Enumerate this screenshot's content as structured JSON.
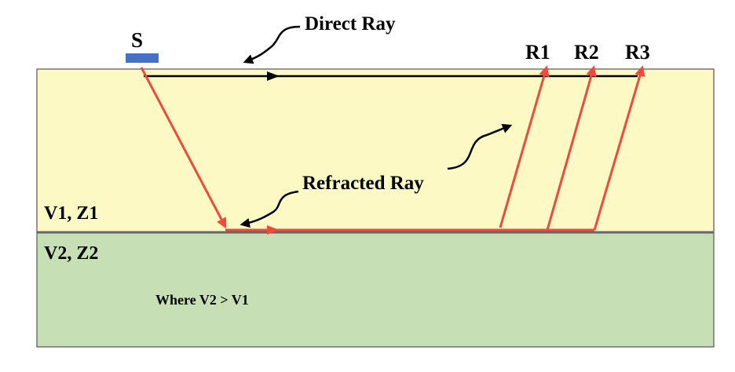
{
  "labels": {
    "source": "S",
    "receiver_1": "R1",
    "receiver_2": "R2",
    "receiver_3": "R3",
    "direct_ray": "Direct Ray",
    "refracted_ray": "Refracted Ray",
    "layer_1": "V1, Z1",
    "layer_2": "V2, Z2",
    "condition": "Where V2 > V1"
  },
  "colors": {
    "layer_1_fill": "#fdf9c5",
    "layer_2_fill": "#c6dfb4",
    "ray": "#ee4b3a",
    "direct_ray_line": "#000000",
    "source_marker": "#4472c4",
    "border": "#555555"
  }
}
